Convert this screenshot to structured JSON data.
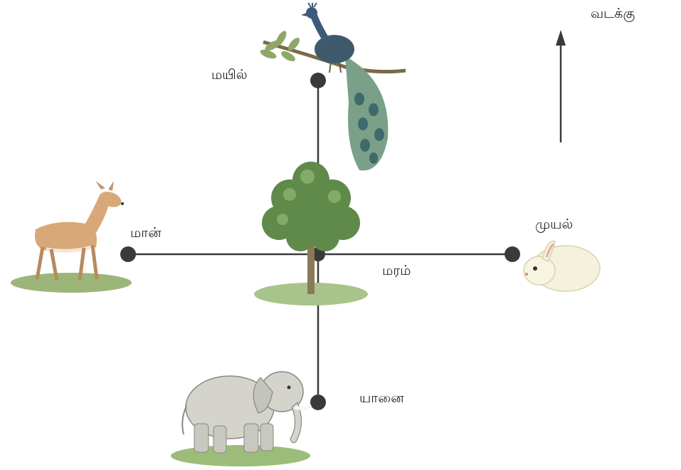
{
  "north_label": "வடக்கு",
  "labels": {
    "peacock": "மயில்",
    "deer": "மான்",
    "rabbit": "முயல்",
    "tree": "மரம்",
    "elephant": "யானை"
  },
  "icons": [
    "peacock-icon",
    "deer-icon",
    "tree-icon",
    "rabbit-icon",
    "elephant-icon",
    "north-arrow-icon"
  ]
}
